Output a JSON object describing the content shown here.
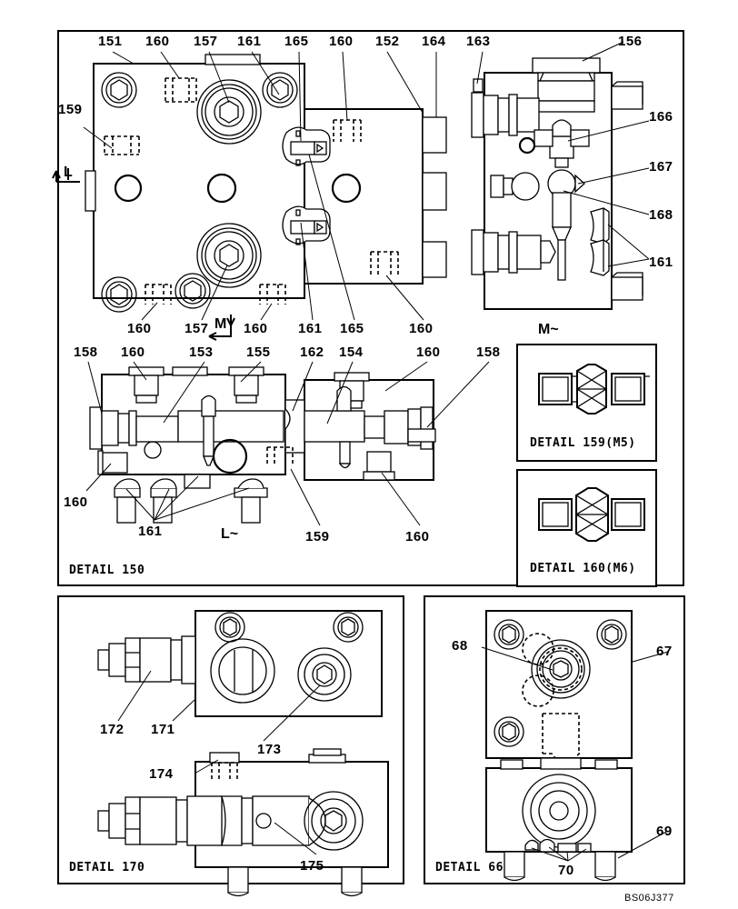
{
  "drawing": {
    "code": "BS06J377",
    "section_marks": {
      "l_mark": "L",
      "m_mark": "M",
      "m_tilde": "M~",
      "l_tilde": "L~"
    }
  },
  "panels": {
    "main": {
      "title": "DETAIL 150"
    },
    "detail159": {
      "title": "DETAIL 159(M5)"
    },
    "detail160": {
      "title": "DETAIL 160(M6)"
    },
    "detail170": {
      "title": "DETAIL 170"
    },
    "detail66": {
      "title": "DETAIL 66"
    }
  },
  "callouts": {
    "top_view_upper": [
      {
        "id": "c1",
        "text": "151"
      },
      {
        "id": "c2",
        "text": "160"
      },
      {
        "id": "c3",
        "text": "157"
      },
      {
        "id": "c4",
        "text": "161"
      },
      {
        "id": "c5",
        "text": "165"
      },
      {
        "id": "c6",
        "text": "160"
      },
      {
        "id": "c7",
        "text": "152"
      },
      {
        "id": "c8",
        "text": "164"
      },
      {
        "id": "c9",
        "text": "163"
      },
      {
        "id": "c10",
        "text": "156"
      },
      {
        "id": "c11",
        "text": "159"
      },
      {
        "id": "c12",
        "text": "166"
      },
      {
        "id": "c13",
        "text": "167"
      },
      {
        "id": "c14",
        "text": "168"
      },
      {
        "id": "c15",
        "text": "161"
      }
    ],
    "top_view_lower": [
      {
        "id": "d1",
        "text": "160"
      },
      {
        "id": "d2",
        "text": "157"
      },
      {
        "id": "d3",
        "text": "160"
      },
      {
        "id": "d4",
        "text": "161"
      },
      {
        "id": "d5",
        "text": "165"
      },
      {
        "id": "d6",
        "text": "160"
      }
    ],
    "side_view_upper": [
      {
        "id": "e1",
        "text": "158"
      },
      {
        "id": "e2",
        "text": "160"
      },
      {
        "id": "e3",
        "text": "153"
      },
      {
        "id": "e4",
        "text": "155"
      },
      {
        "id": "e5",
        "text": "162"
      },
      {
        "id": "e6",
        "text": "154"
      },
      {
        "id": "e7",
        "text": "160"
      },
      {
        "id": "e8",
        "text": "158"
      }
    ],
    "side_view_lower": [
      {
        "id": "f1",
        "text": "160"
      },
      {
        "id": "f2",
        "text": "161"
      },
      {
        "id": "f3",
        "text": "159"
      },
      {
        "id": "f4",
        "text": "160"
      }
    ],
    "detail170": [
      {
        "id": "g1",
        "text": "172"
      },
      {
        "id": "g2",
        "text": "171"
      },
      {
        "id": "g3",
        "text": "173"
      },
      {
        "id": "g4",
        "text": "174"
      },
      {
        "id": "g5",
        "text": "175"
      }
    ],
    "detail66": [
      {
        "id": "h1",
        "text": "68"
      },
      {
        "id": "h2",
        "text": "67"
      },
      {
        "id": "h3",
        "text": "69"
      },
      {
        "id": "h4",
        "text": "70"
      }
    ]
  },
  "colors": {
    "line": "#000000",
    "background": "#ffffff"
  }
}
